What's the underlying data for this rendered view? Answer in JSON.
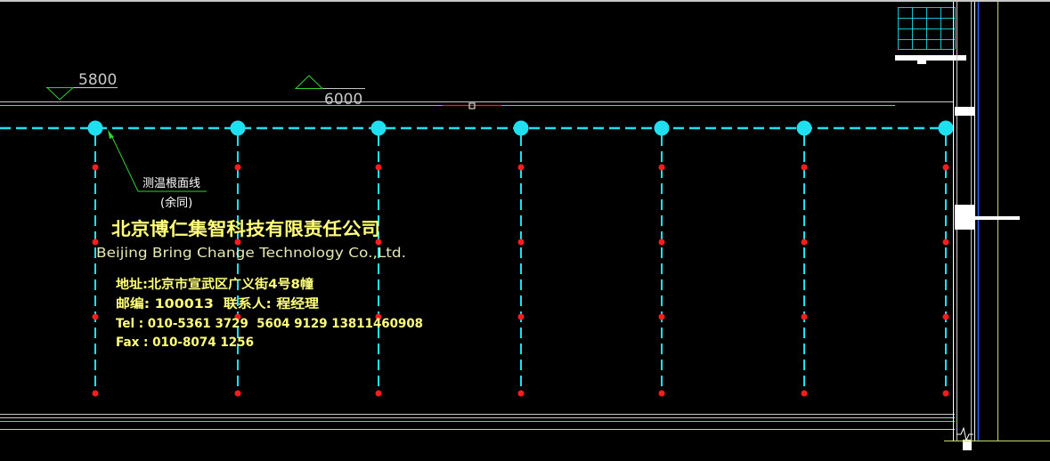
{
  "drawing": {
    "levels": [
      {
        "label": "5800"
      },
      {
        "label": "6000"
      }
    ],
    "annotation": {
      "line1": "测温根面线",
      "line2": "(余同)"
    },
    "company": {
      "name_cn": "北京博仁集智科技有限责任公司",
      "name_en": "Beijing Bring Change Technology Co.,Ltd.",
      "address": "地址:北京市宣武区广义街4号8幢",
      "postcode_contact": "邮编: 100013  联系人: 程经理",
      "tel": "Tel : 010-5361 3729  5604 9129 13811460908",
      "fax": "Fax : 010-8074 1256"
    }
  },
  "colors": {
    "bg": "#000000",
    "cyan": "#1ee0f0",
    "red": "#ff1c1c",
    "green": "#2fd42f",
    "white": "#ffffff",
    "gray": "#c8c8c8",
    "yellow": "#ffff7a",
    "pale-yellow": "#e9e9b2",
    "blue": "#2b5cff",
    "olive": "#c2dc6a"
  }
}
